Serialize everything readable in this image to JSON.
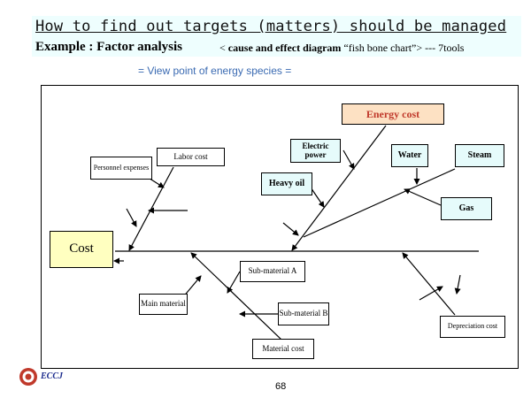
{
  "header": {
    "title": "How to find out targets (matters) should be managed",
    "subtitle": "Example : Factor analysis",
    "subtitle_note_prefix": "< ",
    "subtitle_note_bold": "cause and effect diagram",
    "subtitle_note_suffix": " “fish bone chart”> --- 7tools",
    "viewpoint": "= View point of energy species ="
  },
  "diagram": {
    "head": "Cost",
    "energy_cost": "Energy cost",
    "electric_power": "Electric power",
    "water": "Water",
    "steam": "Steam",
    "heavy_oil": "Heavy oil",
    "gas": "Gas",
    "labor_cost": "Labor cost",
    "personnel_expenses": "Personnel expenses",
    "sub_material_a": "Sub-material A",
    "main_material": "Main material",
    "sub_material_b": "Sub-material B",
    "material_cost": "Material cost",
    "depreciation_cost": "Depreciation cost"
  },
  "footer": {
    "logo_text": "ECCJ",
    "page_number": "68"
  },
  "colors": {
    "title_bar": "#eefefe",
    "viewpoint_text": "#3a6ab2",
    "energy_box": "#fde1c3",
    "energy_text": "#c0392b",
    "cost_box": "#ffffc0",
    "teal_box": "#e6fbfb",
    "logo": "#1a2a8c"
  }
}
